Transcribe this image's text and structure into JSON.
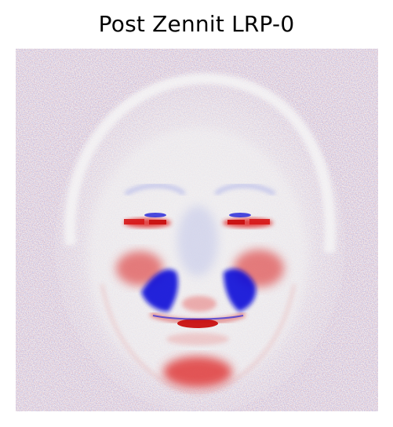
{
  "figure": {
    "title": "Post Zennit LRP-0"
  },
  "heatmap": {
    "colormap": "bwr",
    "negative_color": "#0000ff",
    "neutral_color": "#f2f2f2",
    "positive_color": "#ff0000",
    "subject": "face"
  }
}
